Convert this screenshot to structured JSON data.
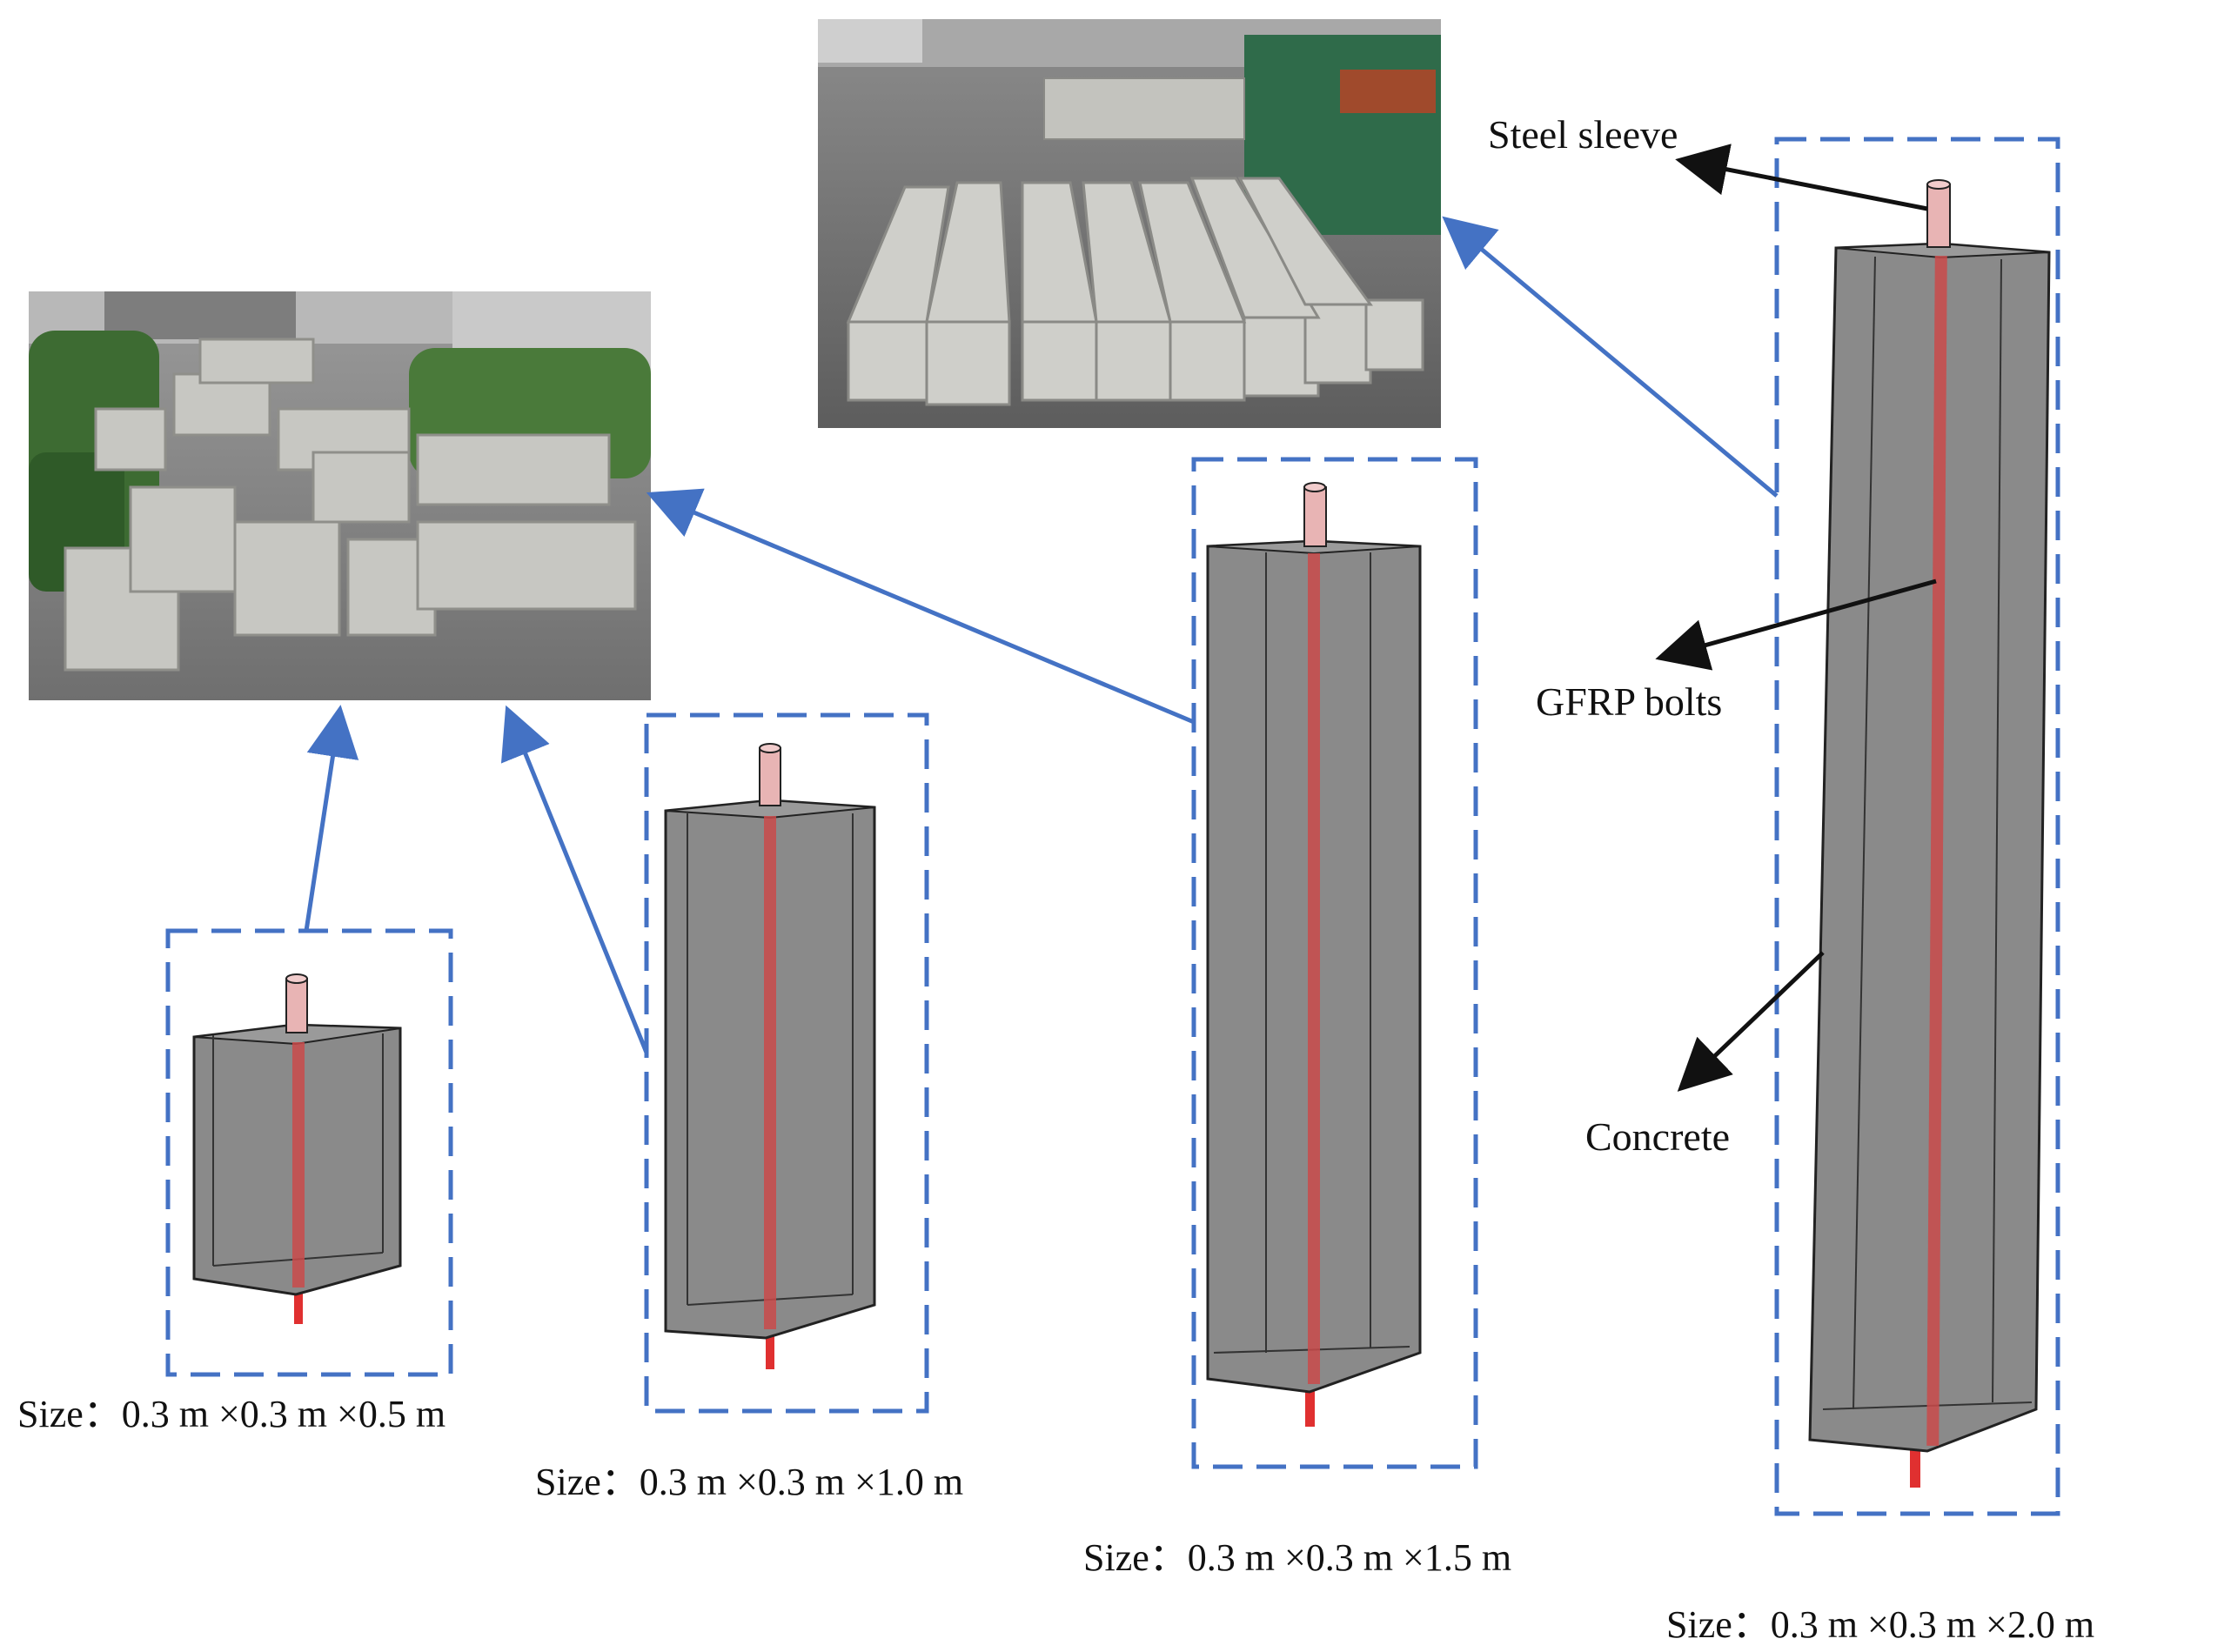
{
  "labels": {
    "steel_sleeve": "Steel sleeve",
    "gfrp_bolts": "GFRP bolts",
    "concrete": "Concrete"
  },
  "sizes": [
    "Size：0.3 m ×0.3 m ×0.5 m",
    "Size：0.3 m ×0.3 m ×1.0 m",
    "Size：0.3 m ×0.3 m ×1.5 m",
    "Size：0.3 m ×0.3 m ×2.0 m"
  ],
  "colors": {
    "dashed_frame": "#4472c4",
    "arrow": "#4472c4",
    "concrete": "#8a8a8a",
    "bolt": "#d23a3a",
    "sleeve": "#e8b4b4"
  }
}
